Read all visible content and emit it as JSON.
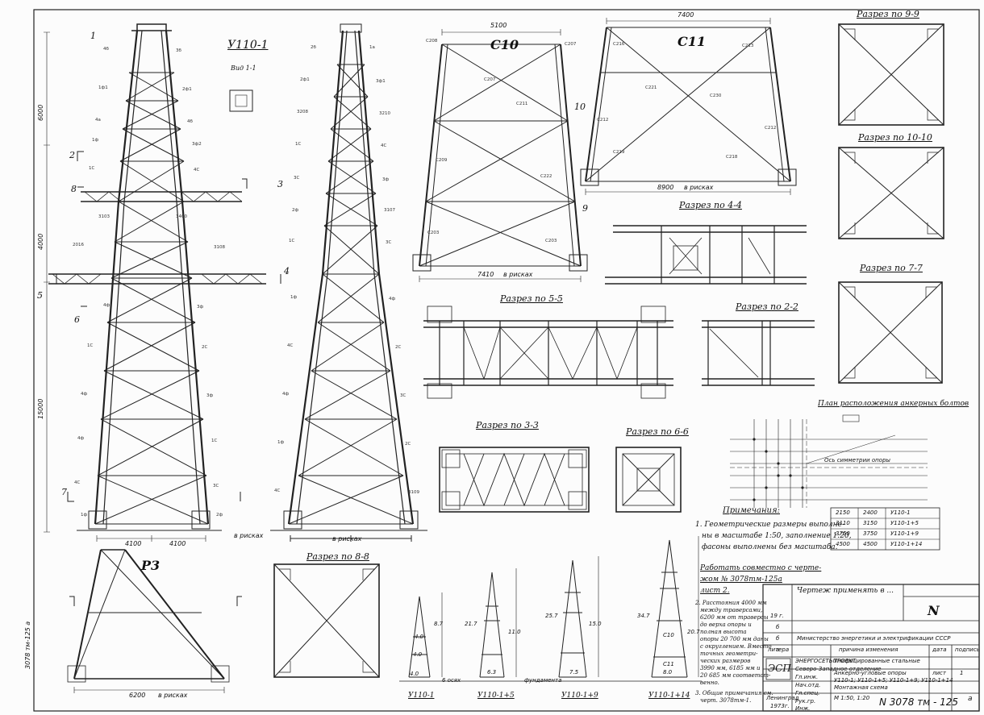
{
  "main_view": {
    "title": "У110-1",
    "view_label": "Вид 1-1",
    "dims_bottom": [
      "4100",
      "4100"
    ],
    "dims_left": [
      "6000",
      "4000",
      "15000"
    ],
    "note_bottom": "в рисках",
    "section_marks": [
      "1",
      "2",
      "3",
      "4",
      "5",
      "6",
      "7",
      "8"
    ]
  },
  "second_view": {
    "note": "в рисках"
  },
  "c10": {
    "title": "С10",
    "dim_top": "5100",
    "dim_bottom": "7410",
    "note": "в рисках",
    "marks": [
      "9",
      "10"
    ]
  },
  "c11": {
    "title": "С11",
    "dim_top": "7400",
    "dim_bottom": "8900",
    "note": "в рисках"
  },
  "sections": {
    "s99": "Разрез по 9-9",
    "s1010": "Разрез по 10-10",
    "s44": "Разрез по 4-4",
    "s77": "Разрез по 7-7",
    "s55": "Разрез по 5-5",
    "s22": "Разрез по 2-2",
    "s33": "Разрез по 3-3",
    "s66": "Разрез по 6-6",
    "s88": "Разрез по 8-8"
  },
  "p3": {
    "title": "Р3",
    "dim": "6200",
    "note": "в рисках"
  },
  "bolts": {
    "title": "План расположения анкерных болтов",
    "axis_label": "Ось симметрии опоры",
    "rows": [
      [
        "2150",
        "2400",
        "У110-1"
      ],
      [
        "3110",
        "3150",
        "У110-1+5"
      ],
      [
        "3750",
        "3750",
        "У110-1+9"
      ],
      [
        "4500",
        "4500",
        "У110-1+14"
      ]
    ]
  },
  "notes": {
    "heading": "Примечания:",
    "n1": [
      "1. Геометрические размеры выполне-",
      "ны в масштабе 1:50, заполнение 1:20,",
      "фасоны выполнены без масштаба."
    ],
    "work_lines": [
      "Работать совместно с черте-",
      "жом № 3078тм-125а",
      "лист 2."
    ],
    "n2": [
      "2. Расстояния 4000 мм",
      "между траверсами,",
      "6200 мм от траверсы",
      "до верха опоры и",
      "полная высота",
      "опоры 20 700 мм даны",
      "с округлением. Вместо",
      "точных геометри-",
      "ческих размеров",
      "3990 мм, 6185 мм и",
      "20 685 мм соответст-",
      "венно."
    ],
    "n3": [
      "3. Общие примечания см.",
      "черт. 3078тм-1."
    ]
  },
  "schemes": [
    {
      "label": "У110-1",
      "note": "6 осях",
      "dims": [
        "4.0",
        "8.7",
        "4.0",
        "4.0"
      ]
    },
    {
      "label": "У110-1+5",
      "note": "",
      "dims": [
        "6.3",
        "11.0",
        "21.7"
      ]
    },
    {
      "label": "",
      "note": "фундамента",
      "dims": [
        "7.5",
        "15.0",
        "25.7"
      ]
    },
    {
      "label": "У110-1+9",
      "note": "",
      "dims": [
        "8.0",
        "20.7",
        "34.7"
      ]
    },
    {
      "label": "У110-1+14",
      "note": "",
      "dims": [
        "C10",
        "C11"
      ]
    }
  ],
  "stamp": {
    "apply": "Чертеж применять в ...",
    "n_mark": "N",
    "year_marks": [
      "19 г.",
      "б",
      "б",
      "а"
    ],
    "org_line": "Министерство энергетики и электрификации СССР",
    "columns": [
      "литера",
      "причина изменения",
      "дата",
      "подпись"
    ],
    "org": "ЭНЕРГОСЕТЬПРОЕКТ",
    "org2": "Северо-Западное отделение",
    "logo": "ЭСП",
    "city": "Ленинград",
    "year": "1973г.",
    "roles": [
      "Гл.инж.",
      "Нач.отд.",
      "Гл.спец.",
      "Рук.гр.",
      "Инж."
    ],
    "desc1": "Унифицированные стальные",
    "desc2": "Анкерно-угловые опоры",
    "desc3": "У110-1; У110-1+5; У110-1+9; У110-1+14",
    "desc4": "Монтажная схема",
    "scale": "М 1:50, 1:20",
    "sheet_label": "лист",
    "sheet_no": "1",
    "code": "N 3078 тм - 125",
    "code_suffix": "а",
    "side_code": "3078 тм-125 а"
  }
}
